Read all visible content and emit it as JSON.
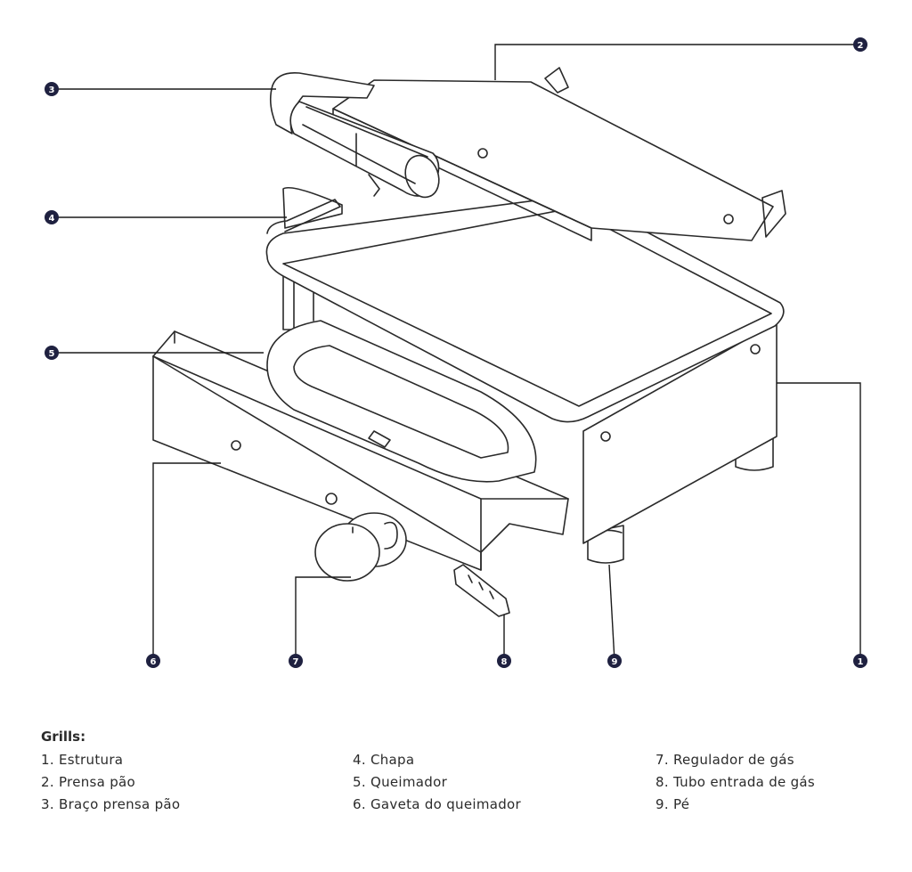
{
  "legend": {
    "title": "Grills:",
    "items": [
      {
        "number": "1",
        "label": "1. Estrutura"
      },
      {
        "number": "2",
        "label": "2. Prensa pão"
      },
      {
        "number": "3",
        "label": "3. Braço prensa pão"
      },
      {
        "number": "4",
        "label": "4. Chapa"
      },
      {
        "number": "5",
        "label": "5. Queimador"
      },
      {
        "number": "6",
        "label": "6. Gaveta do queimador"
      },
      {
        "number": "7",
        "label": "7. Regulador de gás"
      },
      {
        "number": "8",
        "label": "8. Tubo entrada de gás"
      },
      {
        "number": "9",
        "label": "9. Pé"
      }
    ]
  },
  "callouts": [
    "1",
    "2",
    "3",
    "4",
    "5",
    "6",
    "7",
    "8",
    "9"
  ],
  "colors": {
    "callout_fill": "#1f2140",
    "outline": "#2a2a2a",
    "text": "#2b2b2b"
  }
}
